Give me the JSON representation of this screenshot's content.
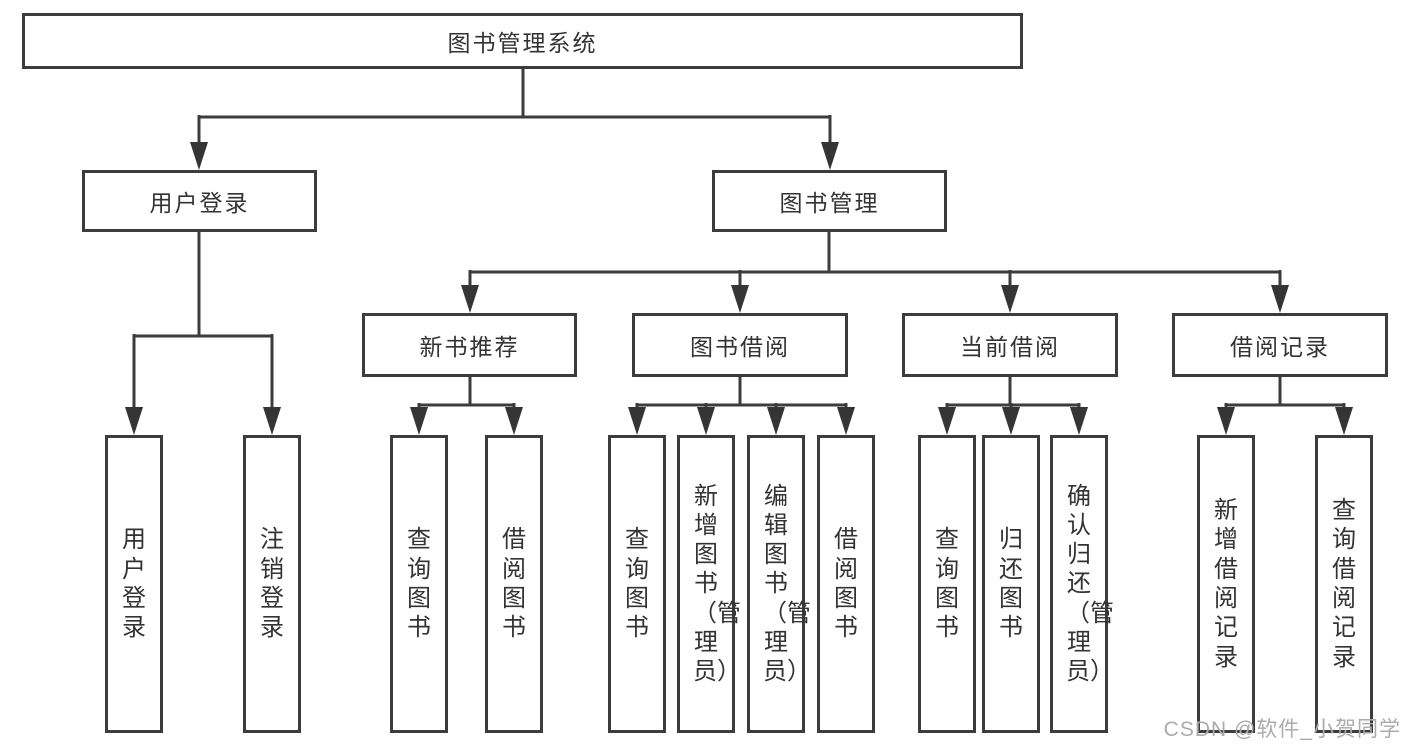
{
  "diagram": {
    "root": {
      "label": "图书管理系统"
    },
    "level2": [
      {
        "label": "用户登录",
        "parent": "图书管理系统"
      },
      {
        "label": "图书管理",
        "parent": "图书管理系统"
      }
    ],
    "level3": [
      {
        "label": "新书推荐",
        "parent": "图书管理"
      },
      {
        "label": "图书借阅",
        "parent": "图书管理"
      },
      {
        "label": "当前借阅",
        "parent": "图书管理"
      },
      {
        "label": "借阅记录",
        "parent": "图书管理"
      }
    ],
    "leaves": [
      {
        "label": "用户登录",
        "parent": "用户登录"
      },
      {
        "label": "注销登录",
        "parent": "用户登录"
      },
      {
        "label": "查询图书",
        "parent": "新书推荐"
      },
      {
        "label": "借阅图书",
        "parent": "新书推荐"
      },
      {
        "label": "查询图书",
        "parent": "图书借阅"
      },
      {
        "label": "新增图书（管理员）",
        "parent": "图书借阅"
      },
      {
        "label": "编辑图书（管理员）",
        "parent": "图书借阅"
      },
      {
        "label": "借阅图书",
        "parent": "图书借阅"
      },
      {
        "label": "查询图书",
        "parent": "当前借阅"
      },
      {
        "label": "归还图书",
        "parent": "当前借阅"
      },
      {
        "label": "确认归还（管理员）",
        "parent": "当前借阅"
      },
      {
        "label": "新增借阅记录",
        "parent": "借阅记录"
      },
      {
        "label": "查询借阅记录",
        "parent": "借阅记录"
      }
    ]
  },
  "watermark": {
    "text": "CSDN @软件_小贺同学"
  },
  "colors": {
    "line": "#3c3c3c",
    "text": "#333333",
    "box_background": "#ffffff",
    "watermark": "#ababab",
    "background": "#ffffff"
  }
}
